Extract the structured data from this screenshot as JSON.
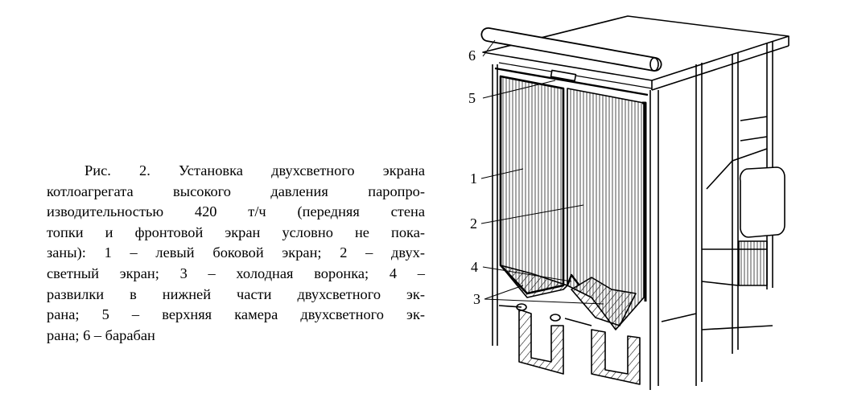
{
  "caption": {
    "lines": [
      "Рис. 2. Установка двухсветного экрана",
      "котлоагрегата высокого давления паропро-",
      "изводительностью 420 т/ч (передняя стена",
      "топки и фронтовой экран условно не пока-",
      "заны): 1 – левый боковой экран; 2 – двух-",
      "светный экран; 3 – холодная воронка; 4 –",
      "развилки в нижней части двухсветного эк-",
      "рана; 5 – верхняя камера двухсветного эк-",
      "рана; 6 – барабан"
    ]
  },
  "figure": {
    "labels": {
      "l1": "1",
      "l2": "2",
      "l3": "3",
      "l4": "4",
      "l5": "5",
      "l6": "6"
    }
  }
}
